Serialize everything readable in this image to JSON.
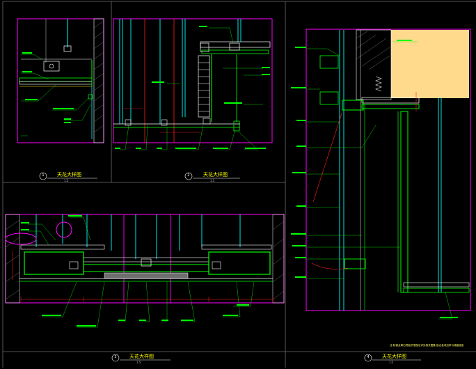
{
  "drawing": {
    "background": "#000000",
    "colors": {
      "frame": "#6e6e6e",
      "viewport": "#ff00ff",
      "wall": "#00ffff",
      "board": "#00ff00",
      "section": "#ffffff",
      "dim": "#ff0000",
      "leader": "#00ff00",
      "insulation": "#ffd98c",
      "title": "#ffff00"
    }
  },
  "details": [
    {
      "id": "detail-1",
      "number": "1",
      "title": "天花大样图",
      "scale": "1:5"
    },
    {
      "id": "detail-2",
      "number": "2",
      "title": "天花大样图",
      "scale": "1:5"
    },
    {
      "id": "detail-3",
      "number": "3",
      "title": "天花大样图",
      "scale": "1:5"
    },
    {
      "id": "detail-4",
      "number": "4",
      "title": "天花大样图",
      "scale": "1:5"
    }
  ],
  "footnote": "注:轻钢龙骨石膏板吊顶做法详见相关图集,铝合金收边条与墙面固定"
}
